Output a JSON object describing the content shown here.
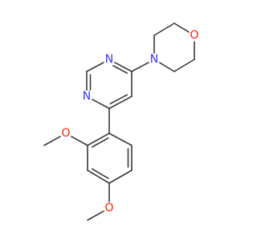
{
  "molecule": {
    "colors": {
      "bond": "#3a3a3a",
      "N": "#3333ff",
      "O": "#ff2200",
      "C": "#3a3a3a"
    },
    "atoms": [
      {
        "id": "O_morph",
        "element": "O",
        "label": "O"
      },
      {
        "id": "N_morph",
        "element": "N",
        "label": "N"
      },
      {
        "id": "N_pyr_top",
        "element": "N",
        "label": "N"
      },
      {
        "id": "N_pyr_left",
        "element": "N",
        "label": "N"
      },
      {
        "id": "O_methoxy_2",
        "element": "O",
        "label": "O"
      },
      {
        "id": "O_methoxy_4",
        "element": "O",
        "label": "O"
      }
    ]
  }
}
